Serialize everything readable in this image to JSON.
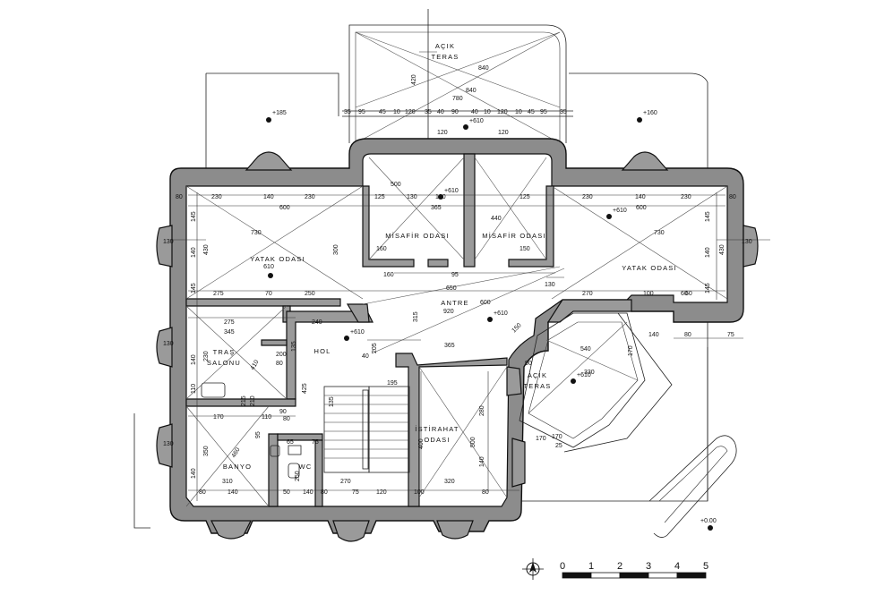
{
  "rooms": {
    "acik_teras_top": [
      "AÇIK",
      "TERAS"
    ],
    "yatak_left": "YATAK ODASI",
    "yatak_right": "YATAK ODASI",
    "misafir_left": "MİSAFİR ODASI",
    "misafir_right": "MİSAFİR ODASI",
    "antre": "ANTRE",
    "hol": "HOL",
    "tras_salonu": [
      "TRAŞ",
      "SALONU"
    ],
    "banyo": "BANYO",
    "wc": "WC",
    "istirahat": [
      "İSTİRAHAT",
      "ODASI"
    ],
    "acik_teras_right": [
      "AÇIK",
      "TERAS"
    ]
  },
  "elevations": {
    "top_left": "+185",
    "top_right": "+160",
    "teras_top": "+610",
    "misafir": "+610",
    "yatak_left": "610",
    "yatak_right": "+610",
    "antre": "+610",
    "hol": "+610",
    "teras_right": "+610",
    "bottom_right": "+0.00"
  },
  "dimensions": {
    "top_row": [
      "35",
      "95",
      "45",
      "10",
      "120",
      "35",
      "40",
      "90",
      "40",
      "10",
      "120",
      "10",
      "45",
      "95",
      "35"
    ],
    "teras": [
      "840",
      "780",
      "840",
      "420"
    ],
    "left_room_row": [
      "230",
      "140",
      "230"
    ],
    "left_room_total": "600",
    "right_room_row": [
      "230",
      "140",
      "230"
    ],
    "right_room_total": "600",
    "misafir_row": [
      "125",
      "130",
      "130",
      "125"
    ],
    "misafir_total": "365",
    "misafir_diag": [
      "500",
      "440"
    ],
    "misafir_small": [
      "160",
      "95",
      "160",
      "150"
    ],
    "left_vert": [
      "145",
      "140",
      "430",
      "145"
    ],
    "right_vert": [
      "145",
      "140",
      "430",
      "145"
    ],
    "yatak_left_diag": "730",
    "yatak_left_h": "300",
    "yatak_right_diag": "730",
    "left_bottom_row": [
      "275",
      "70",
      "250"
    ],
    "right_bottom_row": [
      "270",
      "100",
      "60"
    ],
    "antre_row": [
      "650",
      "130"
    ],
    "antre_diag": "600",
    "antre_diag2": "920",
    "hall_row": [
      "240",
      "135",
      "205",
      "315",
      "425"
    ],
    "tras": [
      "275",
      "345",
      "140",
      "230",
      "410",
      "110",
      "200",
      "80",
      "80",
      "215",
      "210"
    ],
    "hol_row": [
      "365"
    ],
    "banyo": [
      "170",
      "110",
      "90",
      "350",
      "310",
      "140",
      "95",
      "140",
      "80",
      "460"
    ],
    "wc_row": [
      "65",
      "250",
      "140",
      "50",
      "80",
      "135",
      "75",
      "270",
      "120",
      "75",
      "195",
      "40"
    ],
    "istirahat": [
      "280",
      "500",
      "140",
      "400",
      "320",
      "100",
      "80"
    ],
    "teras_right": [
      "540",
      "170",
      "170",
      "330",
      "25",
      "90",
      "150",
      "140"
    ],
    "window_marks": [
      "130",
      "130",
      "130",
      "130",
      "80",
      "80",
      "80",
      "60",
      "75",
      "120",
      "120",
      "170"
    ]
  },
  "scale_bar": {
    "ticks": [
      "0",
      "1",
      "2",
      "3",
      "4",
      "5"
    ]
  },
  "icons": [
    "north-arrow-icon"
  ]
}
